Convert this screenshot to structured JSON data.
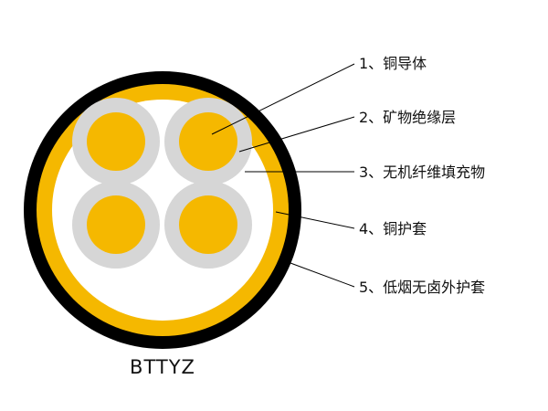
{
  "model_label": "BTTYZ",
  "colors": {
    "outer_sheath": "#000000",
    "copper_sheath": "#f5b800",
    "filler": "#ffffff",
    "insulation": "#d6d6d6",
    "conductor": "#f5b800",
    "leader_line": "#000000"
  },
  "callouts": [
    {
      "id": "conductor",
      "label": "1、铜导体"
    },
    {
      "id": "insulation",
      "label": "2、矿物绝缘层"
    },
    {
      "id": "filler",
      "label": "3、无机纤维填充物"
    },
    {
      "id": "copper-sheath",
      "label": "4、铜护套"
    },
    {
      "id": "outer-sheath",
      "label": "5、低烟无卤外护套"
    }
  ]
}
